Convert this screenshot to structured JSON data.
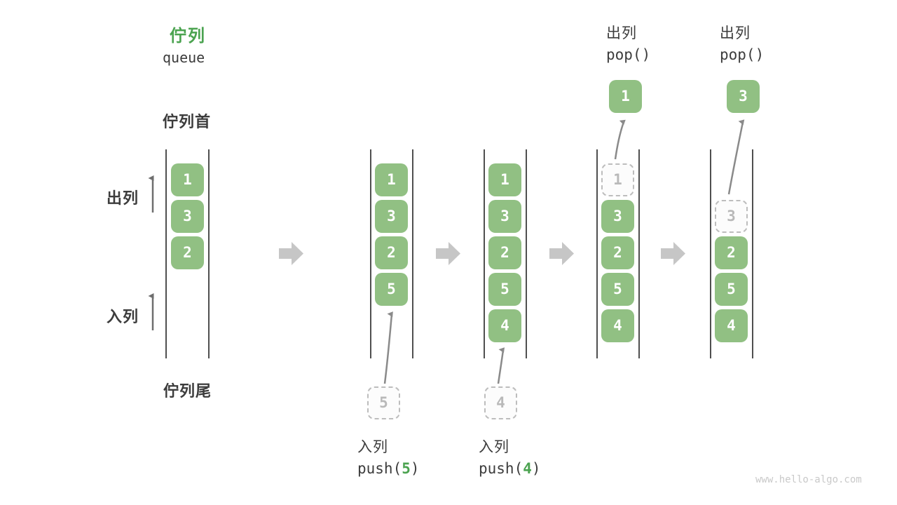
{
  "title": {
    "zh": "佇列",
    "en": "queue"
  },
  "side_labels": {
    "front": "佇列首",
    "rear": "佇列尾",
    "dequeue": "出列",
    "enqueue": "入列"
  },
  "operations": {
    "push5": {
      "label": "入列",
      "fn": "push(",
      "arg": "5",
      "close": ")"
    },
    "push4": {
      "label": "入列",
      "fn": "push(",
      "arg": "4",
      "close": ")"
    },
    "pop1": {
      "label": "出列",
      "fn": "pop()"
    },
    "pop2": {
      "label": "出列",
      "fn": "pop()"
    }
  },
  "states": [
    {
      "cells": [
        {
          "value": "1"
        },
        {
          "value": "3"
        },
        {
          "value": "2"
        }
      ]
    },
    {
      "cells": [
        {
          "value": "1"
        },
        {
          "value": "3"
        },
        {
          "value": "2"
        },
        {
          "value": "5"
        }
      ],
      "pending": {
        "value": "5"
      }
    },
    {
      "cells": [
        {
          "value": "1"
        },
        {
          "value": "3"
        },
        {
          "value": "2"
        },
        {
          "value": "5"
        },
        {
          "value": "4"
        }
      ],
      "pending": {
        "value": "4"
      }
    },
    {
      "cells": [
        {
          "value": "1",
          "ghost": true
        },
        {
          "value": "3"
        },
        {
          "value": "2"
        },
        {
          "value": "5"
        },
        {
          "value": "4"
        }
      ],
      "popped": {
        "value": "1"
      }
    },
    {
      "cells": [
        {
          "value": "3",
          "ghost": true
        },
        {
          "value": "2"
        },
        {
          "value": "5"
        },
        {
          "value": "4"
        }
      ],
      "popped": {
        "value": "3"
      }
    }
  ],
  "colors": {
    "box_green": "#91c083",
    "accent_green": "#4ba350",
    "text_dark": "#3c3c3c",
    "ghost_gray": "#b9b9b9",
    "arrow_gray": "#8a8a8a",
    "block_arrow_gray": "#c6c6c6",
    "watermark_gray": "#c9c9c9"
  },
  "watermark": "www.hello-algo.com"
}
